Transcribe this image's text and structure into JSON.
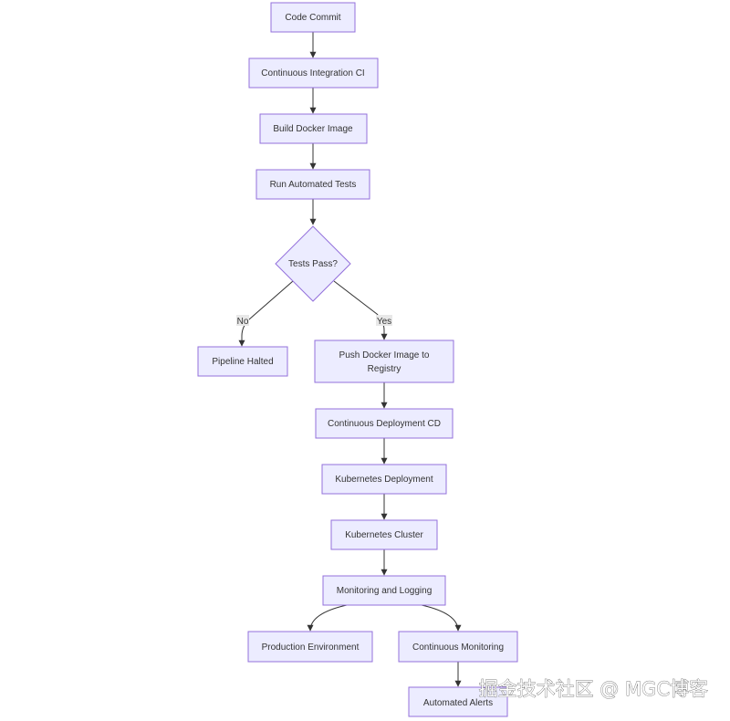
{
  "diagram": {
    "nodes": {
      "code_commit": "Code Commit",
      "ci": "Continuous Integration CI",
      "build": "Build Docker Image",
      "tests": "Run Automated Tests",
      "decision": "Tests Pass?",
      "halted": "Pipeline Halted",
      "push_line1": "Push Docker Image to",
      "push_line2": "Registry",
      "cd": "Continuous Deployment CD",
      "k8s_deploy": "Kubernetes Deployment",
      "k8s_cluster": "Kubernetes Cluster",
      "monitoring": "Monitoring and Logging",
      "production": "Production Environment",
      "cont_monitoring": "Continuous Monitoring",
      "alerts": "Automated Alerts"
    },
    "edge_labels": {
      "no": "No",
      "yes": "Yes"
    }
  },
  "watermark": "掘金技术社区 @ MGC博客"
}
